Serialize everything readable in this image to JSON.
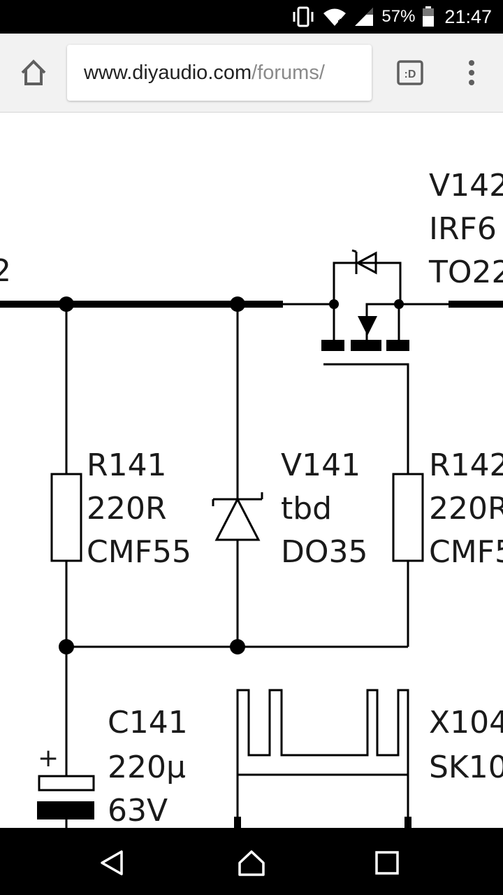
{
  "status_bar": {
    "battery_percent": "57%",
    "time": "21:47",
    "icons": [
      "vibrate-icon",
      "wifi-icon",
      "signal-icon",
      "battery-icon"
    ]
  },
  "browser": {
    "url_host": "www.diyaudio.com",
    "url_path": "/forums/",
    "tabs_icon_label": ":D"
  },
  "schematic": {
    "left_edge_label": "2",
    "v142": {
      "ref": "V142",
      "part": "IRF6",
      "package": "TO22"
    },
    "r141": {
      "ref": "R141",
      "value": "220R",
      "package": "CMF55"
    },
    "v141": {
      "ref": "V141",
      "value": "tbd",
      "package": "DO35"
    },
    "r142": {
      "ref": "R142",
      "value": "220R",
      "package": "CMF5"
    },
    "c141": {
      "ref": "C141",
      "value": "220µ",
      "voltage": "63V",
      "polarity": "+"
    },
    "x104": {
      "ref": "X104",
      "part": "SK10"
    }
  },
  "nav_bar": {
    "icons": [
      "back-icon",
      "home-icon",
      "recents-icon"
    ]
  }
}
